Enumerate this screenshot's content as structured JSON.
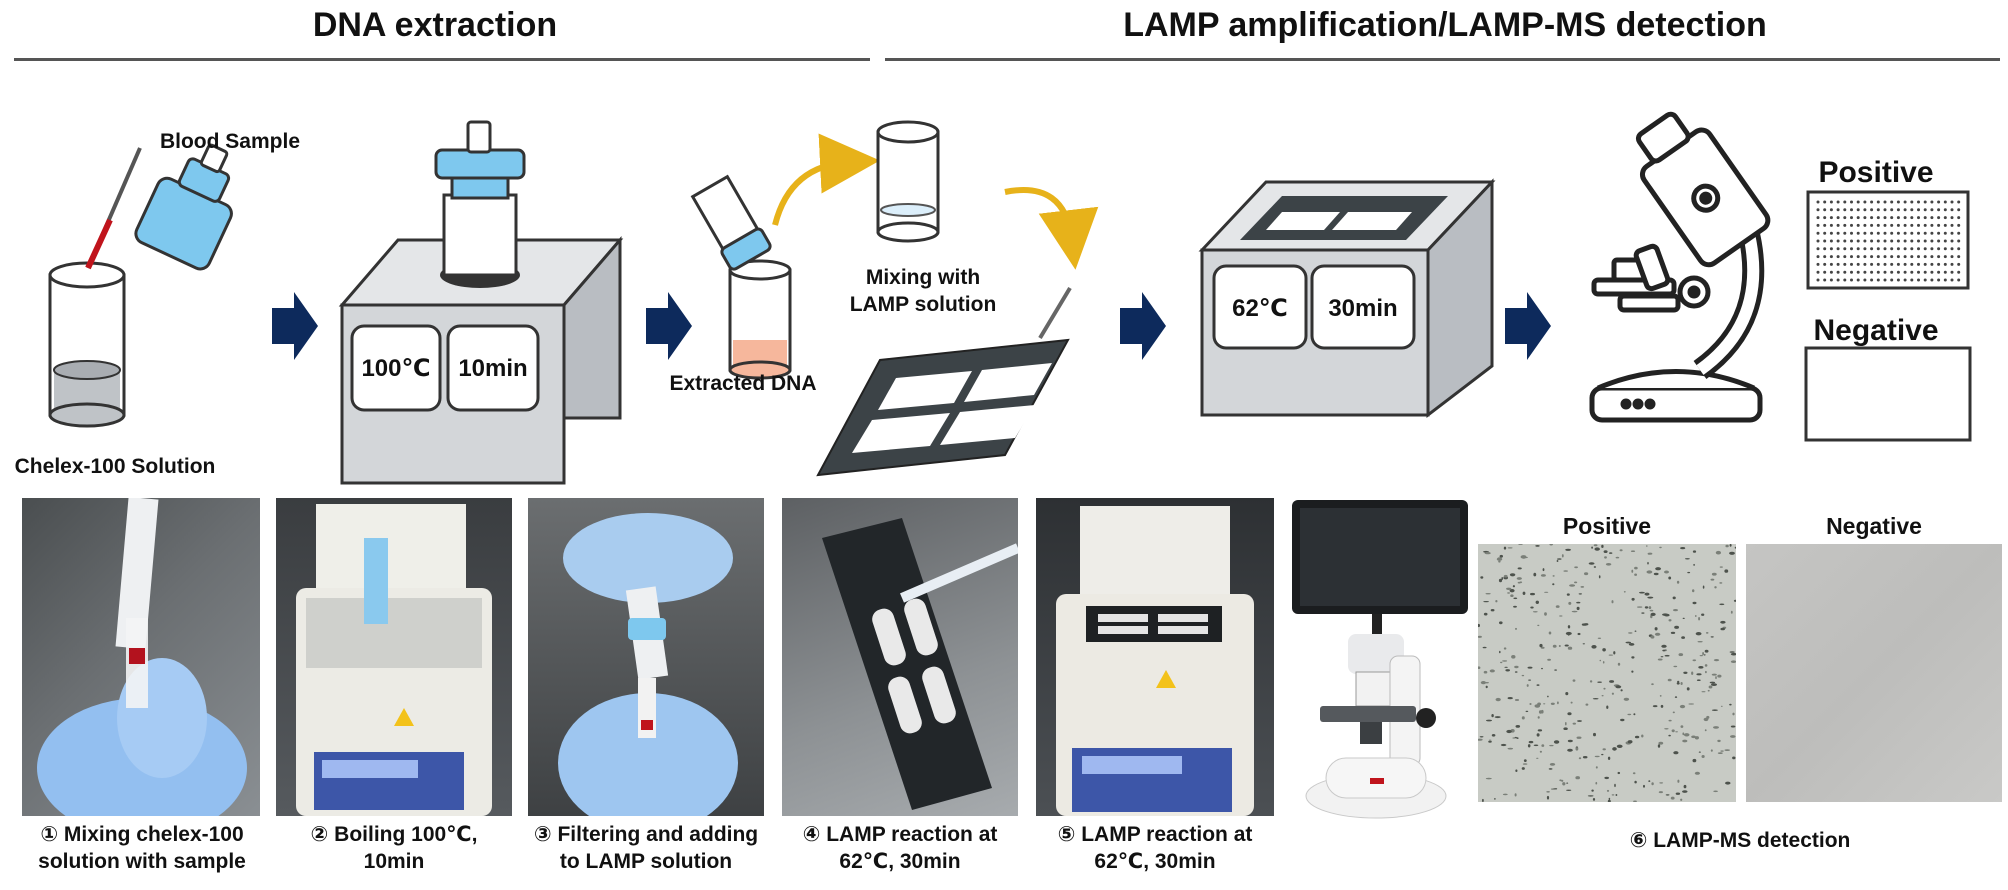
{
  "headers": {
    "left": "DNA extraction",
    "right": "LAMP amplification/LAMP-MS detection"
  },
  "diagram_labels": {
    "blood_sample": "Blood Sample",
    "chelex_solution": "Chelex-100 Solution",
    "heat_block_1_temp": "100℃",
    "heat_block_1_time": "10min",
    "extracted_dna": "Extracted DNA",
    "mixing_line1": "Mixing with",
    "mixing_line2": "LAMP solution",
    "heat_block_2_temp": "62℃",
    "heat_block_2_time": "30min",
    "positive": "Positive",
    "negative": "Negative"
  },
  "photo_captions": [
    {
      "line1": "① Mixing chelex-100",
      "line2": "solution with sample"
    },
    {
      "line1": "② Boiling 100℃,",
      "line2": "10min"
    },
    {
      "line1": "③ Filtering and adding",
      "line2": "to LAMP solution"
    },
    {
      "line1": "④ LAMP reaction at",
      "line2": "62℃, 30min"
    },
    {
      "line1": "⑤ LAMP reaction at",
      "line2": "62℃, 30min"
    }
  ],
  "detection": {
    "positive": "Positive",
    "negative": "Negative",
    "caption": "⑥ LAMP-MS detection"
  },
  "colors": {
    "arrow": "#0d2a5c",
    "tube_blue": "#7ec8ee",
    "pipette_red": "#c0141c",
    "box_gray": "#cfd2d6",
    "slide_dark": "#3c4347",
    "curved_arrow": "#e7b21a",
    "dna_fluid": "#f6b79c"
  }
}
